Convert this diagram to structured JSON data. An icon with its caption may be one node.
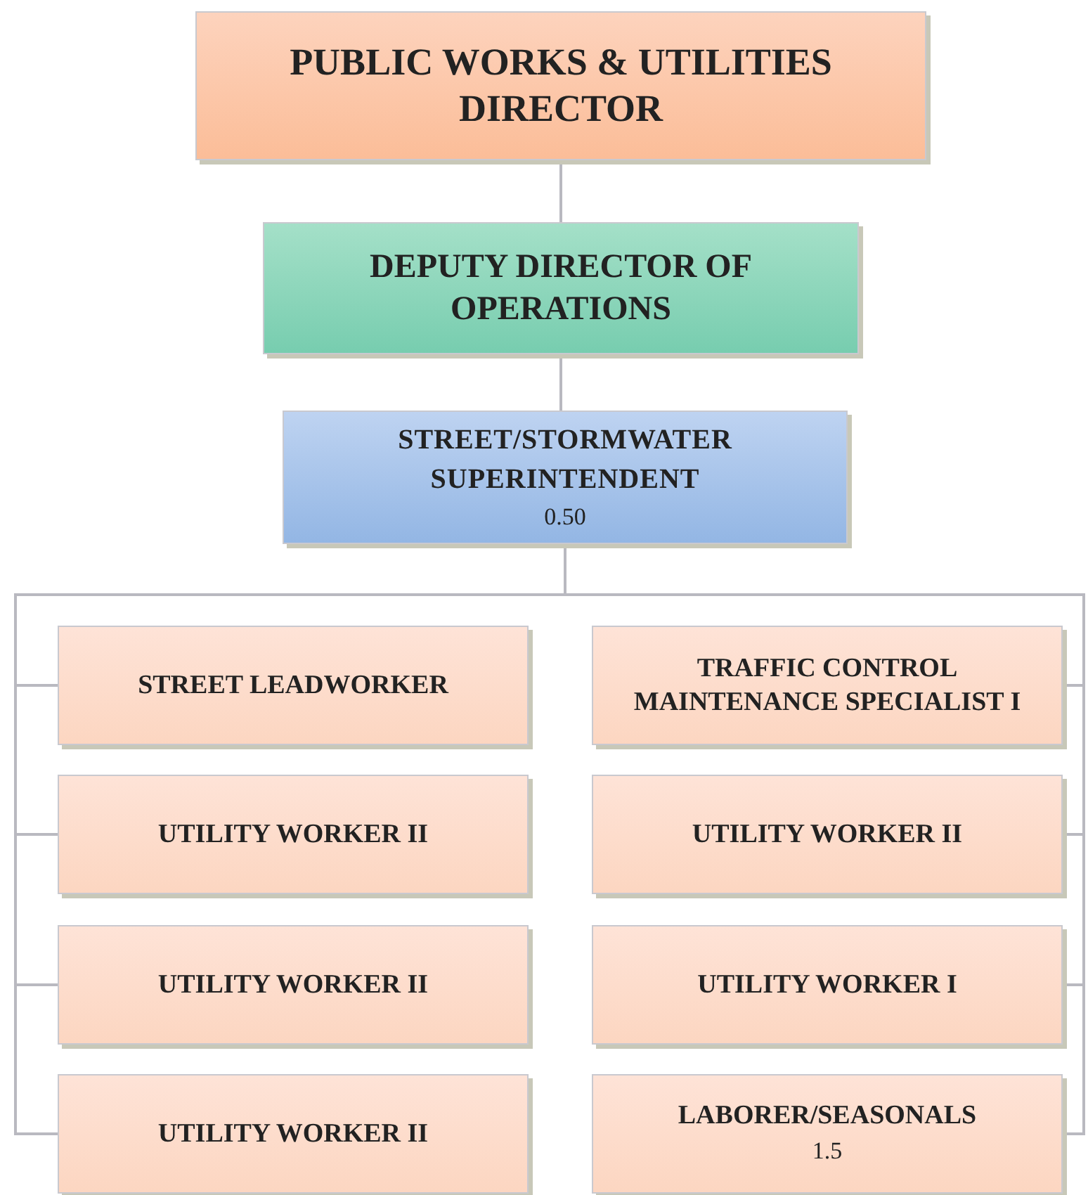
{
  "diagram": {
    "nodes": [
      {
        "text": [
          "PUBLIC WORKS & UTILITIES DIRECTOR"
        ]
      },
      {
        "text": [
          "DEPUTY DIRECTOR OF OPERATIONS"
        ]
      },
      {
        "text": [
          "STREET/STORMWATER SUPERINTENDENT",
          "0.50"
        ]
      },
      {
        "text": [
          "STREET LEADWORKER"
        ]
      },
      {
        "text": [
          "TRAFFIC CONTROL MAINTENANCE SPECIALIST I"
        ]
      },
      {
        "text": [
          "UTILITY WORKER II"
        ]
      },
      {
        "text": [
          "UTILITY WORKER II"
        ]
      },
      {
        "text": [
          "UTILITY WORKER II"
        ]
      },
      {
        "text": [
          "UTILITY WORKER I"
        ]
      },
      {
        "text": [
          "UTILITY WORKER II"
        ]
      },
      {
        "text": [
          "LABORER/SEASONALS",
          "1.5"
        ]
      }
    ],
    "edges": [
      {
        "from": 0,
        "to": 1,
        "arrow": "none"
      },
      {
        "from": 1,
        "to": 2,
        "arrow": "none"
      },
      {
        "from": 2,
        "to": 3,
        "arrow": "none"
      },
      {
        "from": 2,
        "to": 4,
        "arrow": "none"
      },
      {
        "from": 2,
        "to": 5,
        "arrow": "none"
      },
      {
        "from": 2,
        "to": 6,
        "arrow": "none"
      },
      {
        "from": 2,
        "to": 7,
        "arrow": "none"
      },
      {
        "from": 2,
        "to": 8,
        "arrow": "none"
      },
      {
        "from": 2,
        "to": 9,
        "arrow": "none"
      },
      {
        "from": 2,
        "to": 10,
        "arrow": "none"
      }
    ]
  }
}
